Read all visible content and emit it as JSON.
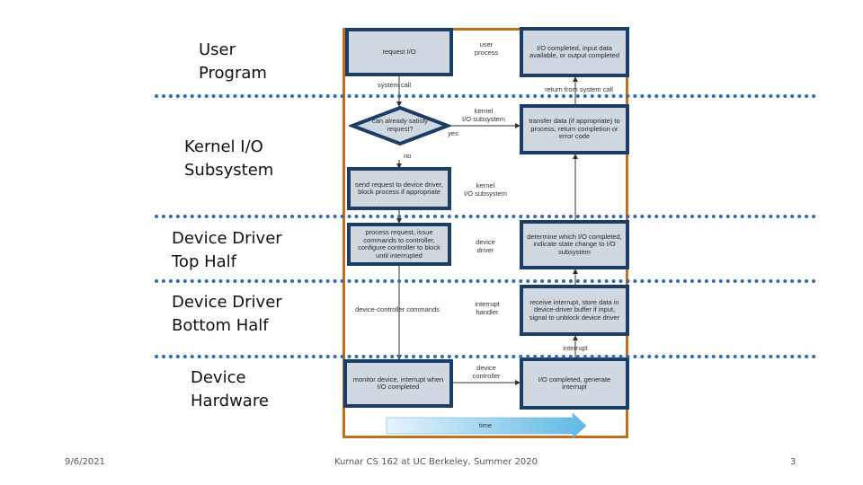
{
  "layers": {
    "user_program": "User\nProgram",
    "kernel_io": "Kernel I/O\nSubsystem",
    "driver_top": "Device Driver\nTop Half",
    "driver_bottom": "Device Driver\nBottom Half",
    "device_hardware": "Device\nHardware"
  },
  "diagram": {
    "request_io": "request I/O",
    "io_completed": "I/O completed, input data available, or output completed",
    "user_process": "user\nprocess",
    "system_call": "system call",
    "return_from_system_call": "return from system call",
    "decision": "can already satisfy request?",
    "yes": "yes",
    "no": "no",
    "kernel_io_subsystem_1": "kernel\nI/O subsystem",
    "transfer_data": "transfer data (if appropriate) to process, return completion or error code",
    "send_request": "send request to device driver, block process if appropriate",
    "kernel_io_subsystem_2": "kernel\nI/O subsystem",
    "process_request": "process request, issue commands to controller, configure controller to block until interrupted",
    "device_driver": "device\ndriver",
    "determine_which": "determine which I/O completed, indicate state change to I/O subsystem",
    "device_controller_commands": "device-controller commands",
    "interrupt_handler": "interrupt\nhandler",
    "receive_interrupt": "receive interrupt, store data in device-driver buffer if input, signal to unblock device driver",
    "interrupt": "interrupt",
    "monitor_device": "monitor device, interrupt when I/O completed",
    "device_controller": "device\ncontroller",
    "io_completed_generate": "I/O completed, generate interrupt",
    "time": "time"
  },
  "footer": {
    "date": "9/6/2021",
    "course": "Kumar CS 162 at UC Berkeley, Summer 2020",
    "page": "3"
  },
  "colors": {
    "separator": "#2e6ab0",
    "frame": "#c0701c",
    "box_border": "#1c3d66",
    "box_fill": "#cfd7e0",
    "time_arrow": "#5fb8e6"
  }
}
